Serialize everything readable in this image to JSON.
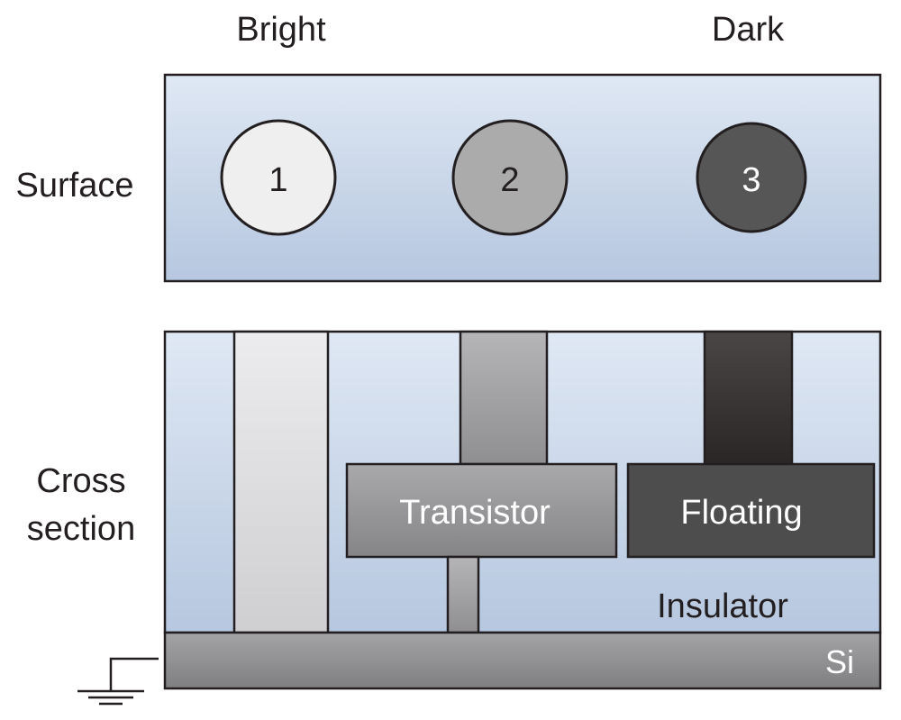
{
  "header": {
    "left": "Bright",
    "right": "Dark"
  },
  "rows": {
    "surface": "Surface",
    "cross_line1": "Cross",
    "cross_line2": "section"
  },
  "surface_dots": [
    {
      "label": "1",
      "fill": "#efefef",
      "text_color": "#231f20"
    },
    {
      "label": "2",
      "fill": "#ababab",
      "text_color": "#231f20"
    },
    {
      "label": "3",
      "fill": "#565656",
      "text_color": "#ffffff"
    }
  ],
  "cross_section": {
    "transistor": "Transistor",
    "floating": "Floating",
    "insulator": "Insulator",
    "substrate": "Si"
  },
  "colors": {
    "panel_top": "#dde7f3",
    "panel_bottom": "#b9c9e0",
    "outline": "#231f20",
    "contact_bright": "#d8d8da",
    "contact_medium": "#a2a2a4",
    "contact_dark": "#3a3636",
    "floating_box": "#4d4d4d"
  },
  "icons": {
    "ground": "ground-symbol-icon"
  }
}
